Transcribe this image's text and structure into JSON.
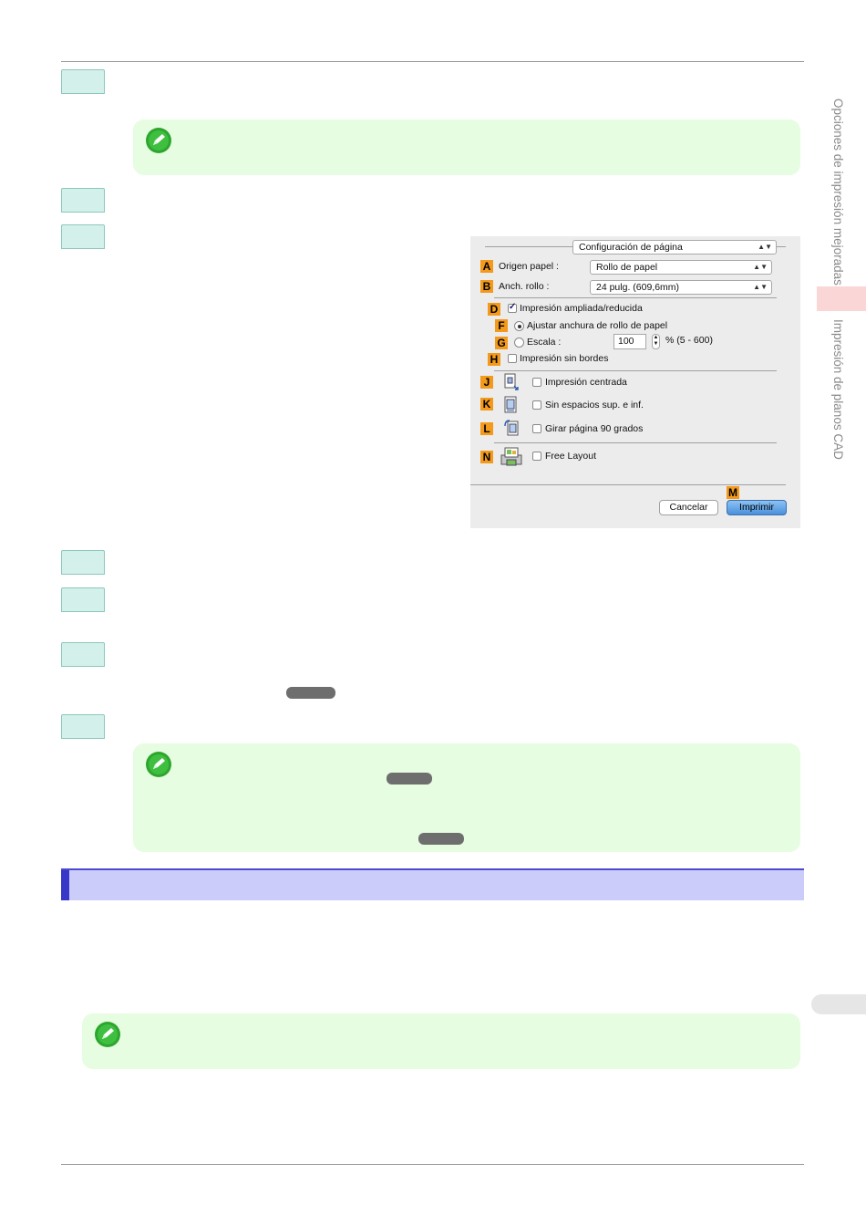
{
  "sidebar": {
    "chapter_label": "Opciones de impresión mejoradas",
    "section_label": "Impresión de planos CAD"
  },
  "dialog": {
    "menu_value": "Configuración de página",
    "origin_label": "Origen papel :",
    "origin_value": "Rollo de papel",
    "roll_width_label": "Anch. rollo :",
    "roll_width_value": "24 pulg. (609,6mm)",
    "enlarged_reduced": "Impresión ampliada/reducida",
    "fit_roll_width": "Ajustar anchura de rollo de papel",
    "scale_label": "Escala :",
    "scale_value": "100",
    "scale_range": "% (5 - 600)",
    "borderless": "Impresión sin bordes",
    "centered": "Impresión centrada",
    "no_spaces": "Sin espacios sup. e inf.",
    "rotate_90": "Girar página 90 grados",
    "free_layout": "Free Layout",
    "cancel": "Cancelar",
    "print": "Imprimir",
    "letters": {
      "A": "A",
      "B": "B",
      "D": "D",
      "F": "F",
      "G": "G",
      "H": "H",
      "J": "J",
      "K": "K",
      "L": "L",
      "N": "N",
      "M": "M"
    },
    "states": {
      "enlarged_reduced": true,
      "fit_roll_width": true,
      "scale": false,
      "borderless": false,
      "centered": false,
      "no_spaces": false,
      "rotate_90": false,
      "free_layout": false
    }
  },
  "colors": {
    "step_badge": "#d4f0ea",
    "note_bg": "#e6fde2",
    "section_bar": "#ccccfb",
    "section_accent": "#3737c8",
    "dialog_label": "#f39a1c",
    "print_button": "#5a9de0"
  },
  "icons": {
    "note": "pencil-note-icon",
    "centered": "centered-page-icon",
    "no_spaces": "no-spaces-page-icon",
    "rotate": "rotate-page-icon",
    "free_layout": "free-layout-printer-icon"
  }
}
